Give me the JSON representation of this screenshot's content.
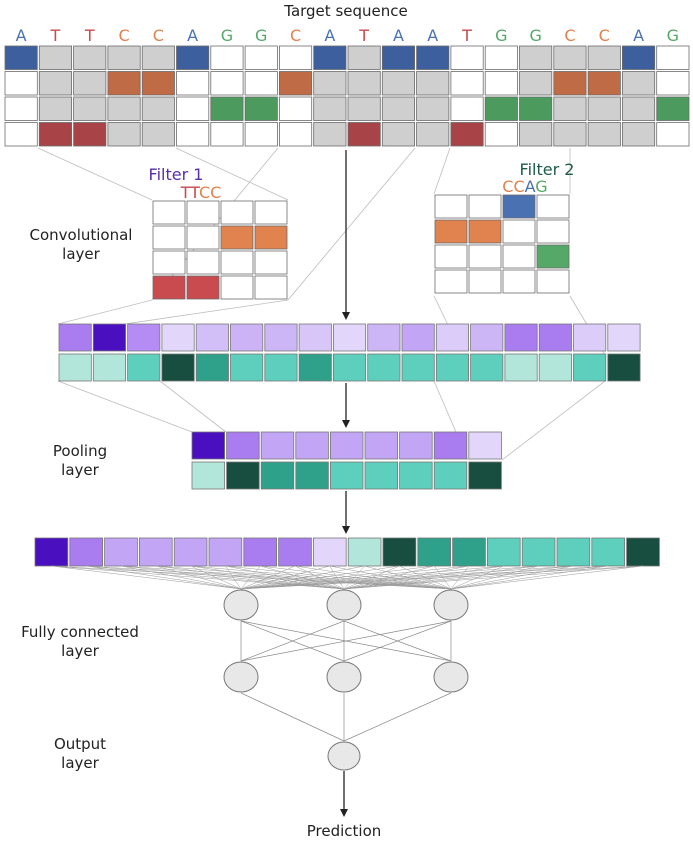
{
  "title": "Target sequence",
  "sequence": [
    "A",
    "T",
    "T",
    "C",
    "C",
    "A",
    "G",
    "G",
    "C",
    "A",
    "T",
    "A",
    "A",
    "T",
    "G",
    "G",
    "C",
    "C",
    "A",
    "G"
  ],
  "nucleotide_colors": {
    "A": "#4a72b3",
    "T": "#c94a4f",
    "C": "#e0834f",
    "G": "#55a868"
  },
  "onehot_colors": {
    "A": "#3d5f9e",
    "T": "#a84448",
    "C": "#bf6b45",
    "G": "#4c9a5e"
  },
  "empty_cell_color": "#cfcfcf",
  "filter1": {
    "label": "Filter 1",
    "motif": [
      "T",
      "T",
      "C",
      "C"
    ]
  },
  "filter2": {
    "label": "Filter 2",
    "motif": [
      "C",
      "C",
      "A",
      "G"
    ]
  },
  "labels": {
    "conv": [
      "Convolutional",
      "layer"
    ],
    "pool": [
      "Pooling",
      "layer"
    ],
    "fc": [
      "Fully connected",
      "layer"
    ],
    "out": [
      "Output",
      "layer"
    ],
    "prediction": "Prediction"
  },
  "conv_purple_row": [
    "#a97cf0",
    "#4a0fbf",
    "#b48cf3",
    "#e3d6fb",
    "#d3bff8",
    "#ccb3f6",
    "#cdb6f6",
    "#d8c6f9",
    "#e3d6fb",
    "#cdb6f6",
    "#c3a5f5",
    "#dcccf9",
    "#cdb6f6",
    "#a97cf0",
    "#a97cf0",
    "#dcccf9",
    "#e3d6fb"
  ],
  "conv_teal_row": [
    "#b3e6da",
    "#b3e6da",
    "#5ecfbc",
    "#174e40",
    "#2fa18a",
    "#5ecfbc",
    "#5ecfbc",
    "#2fa18a",
    "#5ecfbc",
    "#5ecfbc",
    "#5ecfbc",
    "#5ecfbc",
    "#5ecfbc",
    "#b3e6da",
    "#b3e6da",
    "#5ecfbc",
    "#174e40"
  ],
  "pool_purple_row": [
    "#4a0fbf",
    "#a97cf0",
    "#c3a5f5",
    "#c3a5f5",
    "#c3a5f5",
    "#c3a5f5",
    "#c3a5f5",
    "#a97cf0",
    "#e3d6fb"
  ],
  "pool_teal_row": [
    "#b3e6da",
    "#174e40",
    "#2fa18a",
    "#2fa18a",
    "#5ecfbc",
    "#5ecfbc",
    "#5ecfbc",
    "#5ecfbc",
    "#174e40"
  ],
  "flat_row": [
    "#4a0fbf",
    "#a97cf0",
    "#c3a5f5",
    "#c3a5f5",
    "#c3a5f5",
    "#c3a5f5",
    "#a97cf0",
    "#a97cf0",
    "#e3d6fb",
    "#b3e6da",
    "#174e40",
    "#2fa18a",
    "#2fa18a",
    "#5ecfbc",
    "#5ecfbc",
    "#5ecfbc",
    "#5ecfbc",
    "#174e40"
  ],
  "neuron_fill": "#e8e8e8"
}
